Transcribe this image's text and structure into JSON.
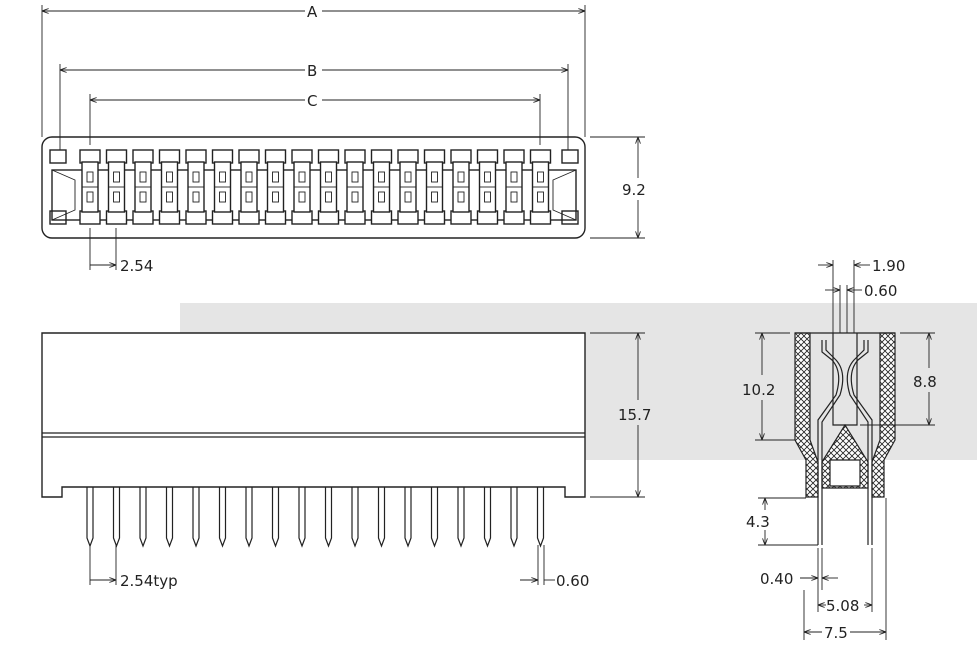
{
  "colors": {
    "line": "#222222",
    "highlight_band": "#e5e5e5",
    "background": "#ffffff"
  },
  "top_view": {
    "pin_count": 18,
    "dims": {
      "a": "A",
      "b": "B",
      "c": "C",
      "height": "9.2",
      "pitch": "2.54"
    }
  },
  "front_view": {
    "pin_count": 18,
    "dims": {
      "height": "15.7",
      "pitch": "2.54typ",
      "pin_width": "0.60"
    }
  },
  "side_view": {
    "dims": {
      "contact_gap": "1.90",
      "contact_width": "0.60",
      "housing_height": "10.2",
      "insertion_depth": "8.8",
      "pin_length": "4.3",
      "pin_thickness": "0.40",
      "row_pitch": "5.08",
      "width": "7.5"
    }
  }
}
